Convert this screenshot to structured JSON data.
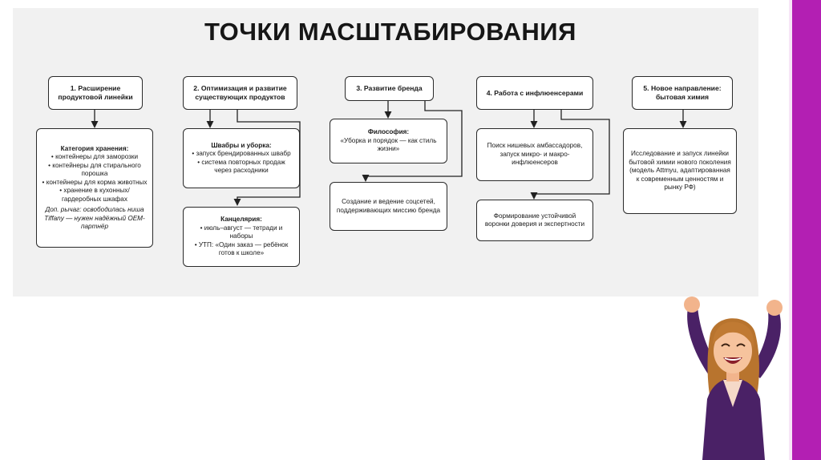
{
  "title": "ТОЧКИ МАСШТАБИРОВАНИЯ",
  "columns": [
    {
      "header": "1. Расширение продуктовой линейки",
      "cards": [
        {
          "title": "Категория хранения:",
          "lines": [
            "• контейнеры для заморозки",
            "• контейнеры для стирального порошка",
            "• контейнеры для корма животных",
            "• хранение в кухонных/ гардеробных шкафах"
          ],
          "note": "Доп. рычаг: освободилась ниша Tiffany — нужен надёжный OEM-партнёр"
        }
      ]
    },
    {
      "header": "2. Оптимизация и развитие существующих продуктов",
      "cards": [
        {
          "title": "Швабры и уборка:",
          "lines": [
            "• запуск брендированных швабр",
            "• система повторных продаж через расходники"
          ]
        },
        {
          "title": "Канцелярия:",
          "lines": [
            "• июль–август — тетради и наборы",
            "• УТП: «Один заказ — ребёнок готов к школе»"
          ]
        }
      ]
    },
    {
      "header": "3. Развитие бренда",
      "cards": [
        {
          "title": "Философия:",
          "lines": [
            "«Уборка и порядок — как стиль жизни»"
          ]
        },
        {
          "lines": [
            "Создание и ведение соцсетей, поддерживающих миссию бренда"
          ]
        }
      ]
    },
    {
      "header": "4. Работа с инфлюенсерами",
      "cards": [
        {
          "lines": [
            "Поиск нишевых амбассадоров, запуск микро- и макро-инфлюенсеров"
          ]
        },
        {
          "lines": [
            "Формирование устойчивой воронки доверия и экспертности"
          ]
        }
      ]
    },
    {
      "header": "5. Новое направление: бытовая химия",
      "cards": [
        {
          "lines": [
            "Исследование и запуск линейки бытовой химии нового поколения (модель Attmyu, адаптированная к современным ценностям и рынку РФ)"
          ]
        }
      ]
    }
  ],
  "colors": {
    "panel": "#f1f1f1",
    "accent_bar": "#b31fb3",
    "box_border": "#2a2a2a",
    "figure_jacket": "#4a2166",
    "figure_hair": "#b8742e"
  },
  "decor": {
    "figure_icon": "cheering-woman-illustration"
  }
}
